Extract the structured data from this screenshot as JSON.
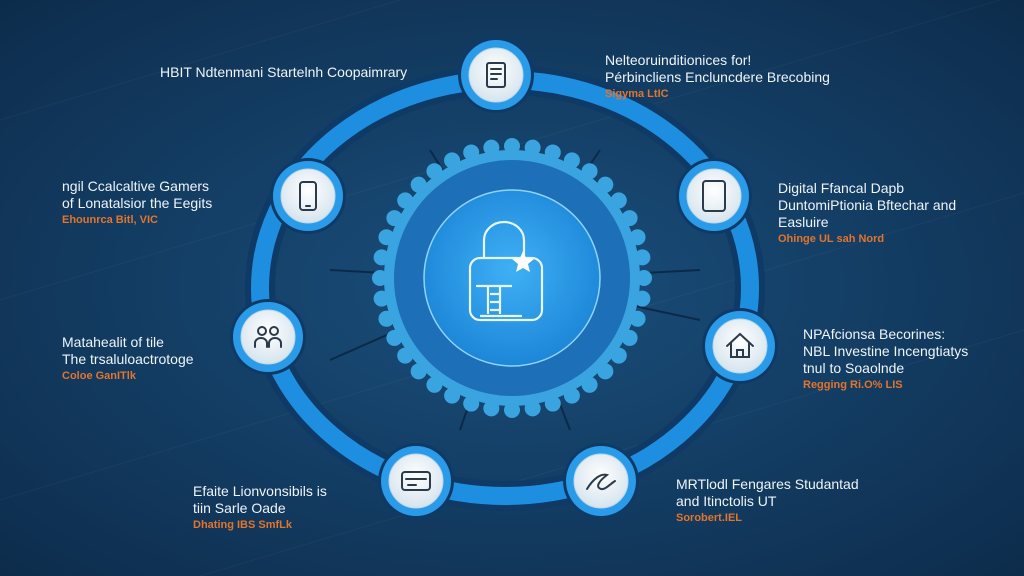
{
  "center": {
    "icon": "padlock-document-star-icon"
  },
  "nodes": [
    {
      "id": "top",
      "icon": "document-icon"
    },
    {
      "id": "upper-left",
      "icon": "smartphone-icon"
    },
    {
      "id": "upper-right",
      "icon": "tablet-icon"
    },
    {
      "id": "left",
      "icon": "people-group-icon"
    },
    {
      "id": "right",
      "icon": "house-icon"
    },
    {
      "id": "bottom-left",
      "icon": "card-icon"
    },
    {
      "id": "bottom-right",
      "icon": "signature-icon"
    }
  ],
  "labels": {
    "top_left": {
      "lines": [
        "HBIT Ndtenmani Startelnh Coopaimrary"
      ],
      "sub": ""
    },
    "top_right": {
      "lines": [
        "Nelteoruinditionices for!",
        "Pérbincliens Encluncdere Brecobing"
      ],
      "sub": "Sigyma LtIC"
    },
    "upper_left": {
      "lines": [
        "ngil Ccalcaltive Gamers",
        "of Lonatalsior the Eegits"
      ],
      "sub": "Ehounrca Bitl, VIC"
    },
    "upper_right": {
      "lines": [
        "Digital Ffancal Dapb",
        "DuntomiPtionia Bftechar and",
        "Easluire"
      ],
      "sub": "Ohinge UL sah Nord"
    },
    "left": {
      "lines": [
        "Matahealit of tile",
        "The trsaluloactrotoge"
      ],
      "sub": "Coloe GanITlk"
    },
    "right": {
      "lines": [
        "NPAfcionsa Becorines:",
        "NBL Investine Incengtiatys",
        "tnul to Soaolnde"
      ],
      "sub": "Regging Ri.O% LIS"
    },
    "bottom_left": {
      "lines": [
        "Efaite Lionvonsibils is",
        "tiin Sarle Oade"
      ],
      "sub": "Dhating IBS SmfLk"
    },
    "bottom_right": {
      "lines": [
        "MRTlodl Fengares Studantad",
        "and Itinctolis UT"
      ],
      "sub": "Sorobert.IEL"
    }
  },
  "colors": {
    "ring": "#1e8fe0",
    "accent": "#e2742c",
    "badge": "#2a9be8"
  }
}
